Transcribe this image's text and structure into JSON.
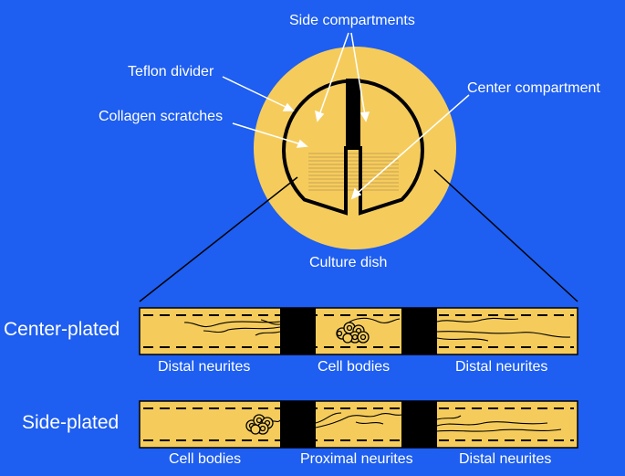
{
  "diagram": {
    "colors": {
      "background": "#1e5ef0",
      "dish_fill": "#f5cc5c",
      "strip_fill": "#f5cc5c",
      "line": "#000000",
      "text": "#ffffff"
    },
    "top": {
      "side_compartments": "Side compartments",
      "teflon_divider": "Teflon divider",
      "center_compartment": "Center compartment",
      "collagen_scratches": "Collagen scratches",
      "culture_dish": "Culture dish"
    },
    "rows": [
      {
        "label": "Center-plated",
        "sections": [
          "Distal neurites",
          "Cell bodies",
          "Distal neurites"
        ]
      },
      {
        "label": "Side-plated",
        "sections": [
          "Cell bodies",
          "Proximal neurites",
          "Distal neurites"
        ]
      }
    ]
  }
}
